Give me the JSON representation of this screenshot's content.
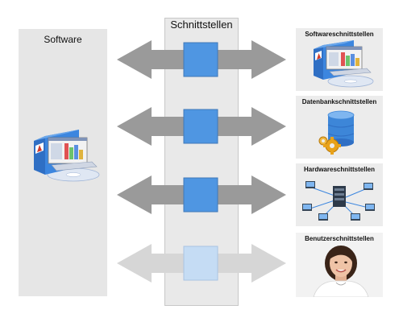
{
  "software_panel": {
    "title": "Software"
  },
  "center": {
    "title": "Schnittstellen"
  },
  "interfaces": [
    {
      "label": "Softwareschnittstellen",
      "icon": "software-box-icon",
      "state": "active"
    },
    {
      "label": "Datenbankschnittstellen",
      "icon": "database-gears-icon",
      "state": "active"
    },
    {
      "label": "Hardwareschnittstellen",
      "icon": "hardware-network-icon",
      "state": "active"
    },
    {
      "label": "Benutzerschnittstellen",
      "icon": "user-portrait-icon",
      "state": "inactive"
    }
  ],
  "colors": {
    "active_square": "#4f96e2",
    "inactive_square": "#c5dcf4",
    "active_arrow": "#9a9a9a",
    "inactive_arrow": "#d6d6d6",
    "panel_bg": "#e6e6e6"
  }
}
